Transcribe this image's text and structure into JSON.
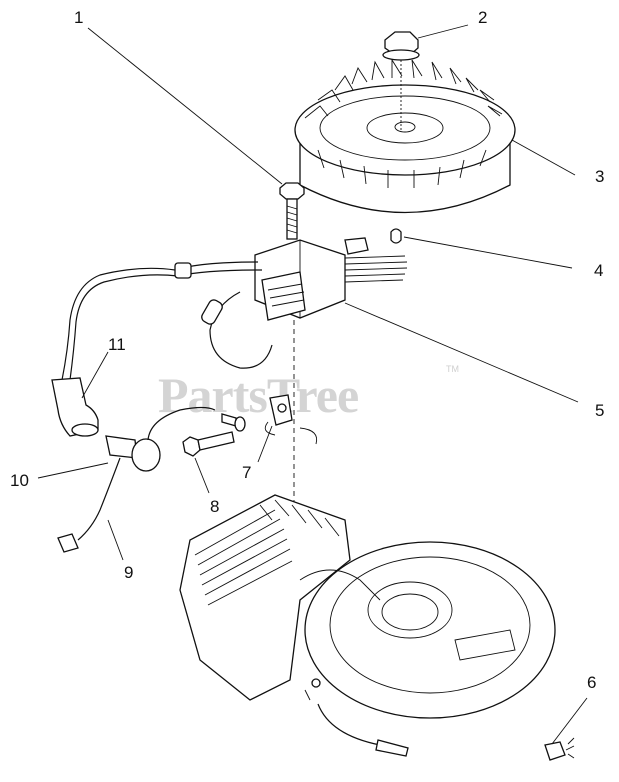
{
  "watermark": {
    "text": "PartsTree",
    "trademark": "TM"
  },
  "callouts": {
    "c1": "1",
    "c2": "2",
    "c3": "3",
    "c4": "4",
    "c5": "5",
    "c6": "6",
    "c7": "7",
    "c8": "8",
    "c9": "9",
    "c10": "10",
    "c11": "11"
  }
}
